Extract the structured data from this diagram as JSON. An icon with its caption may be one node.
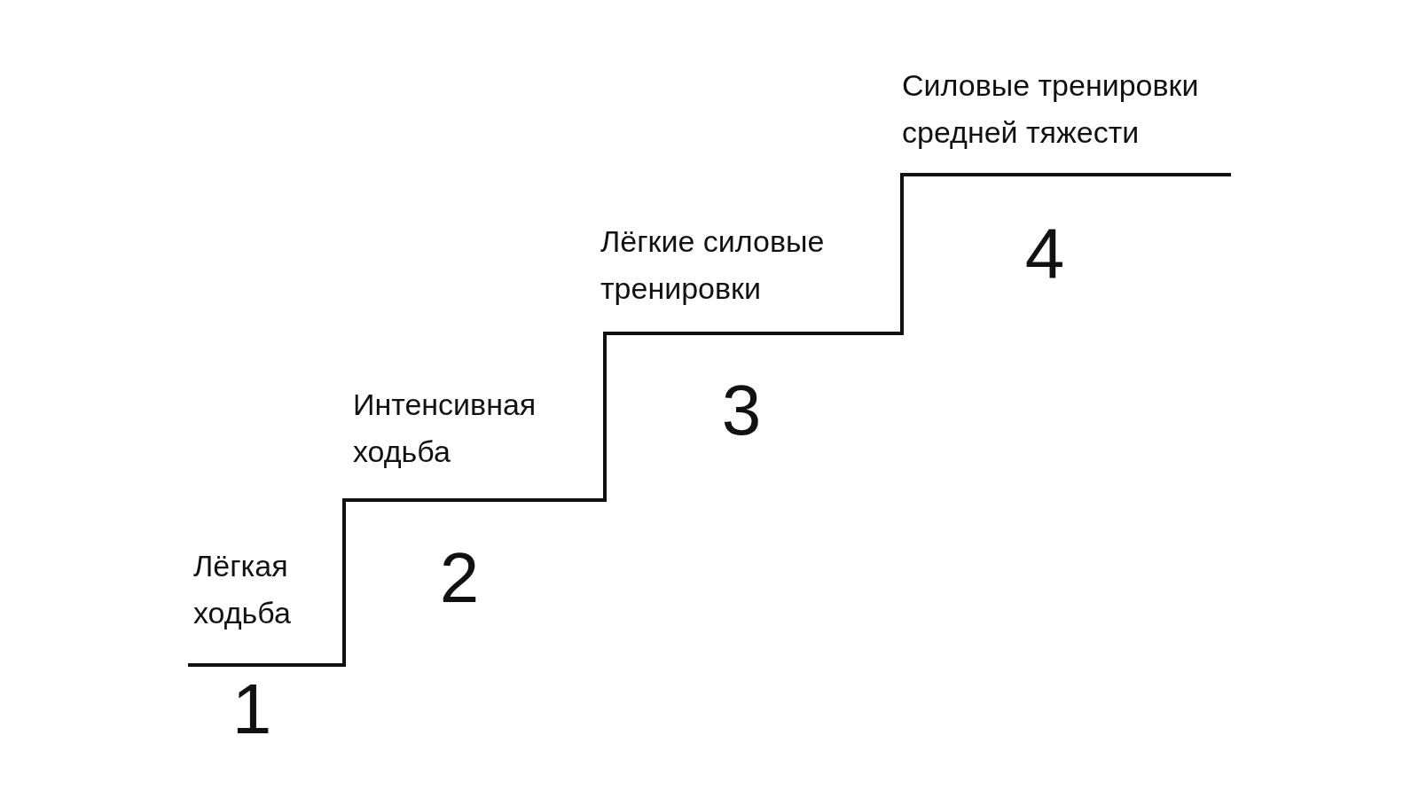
{
  "diagram": {
    "labels": [
      "Лёгкая ходьба",
      "1",
      "Интенсивная ходьба",
      "2",
      "Лёгкие силовые тренировки",
      "3",
      "Силовые тренировки средней тяжести",
      "4"
    ]
  }
}
